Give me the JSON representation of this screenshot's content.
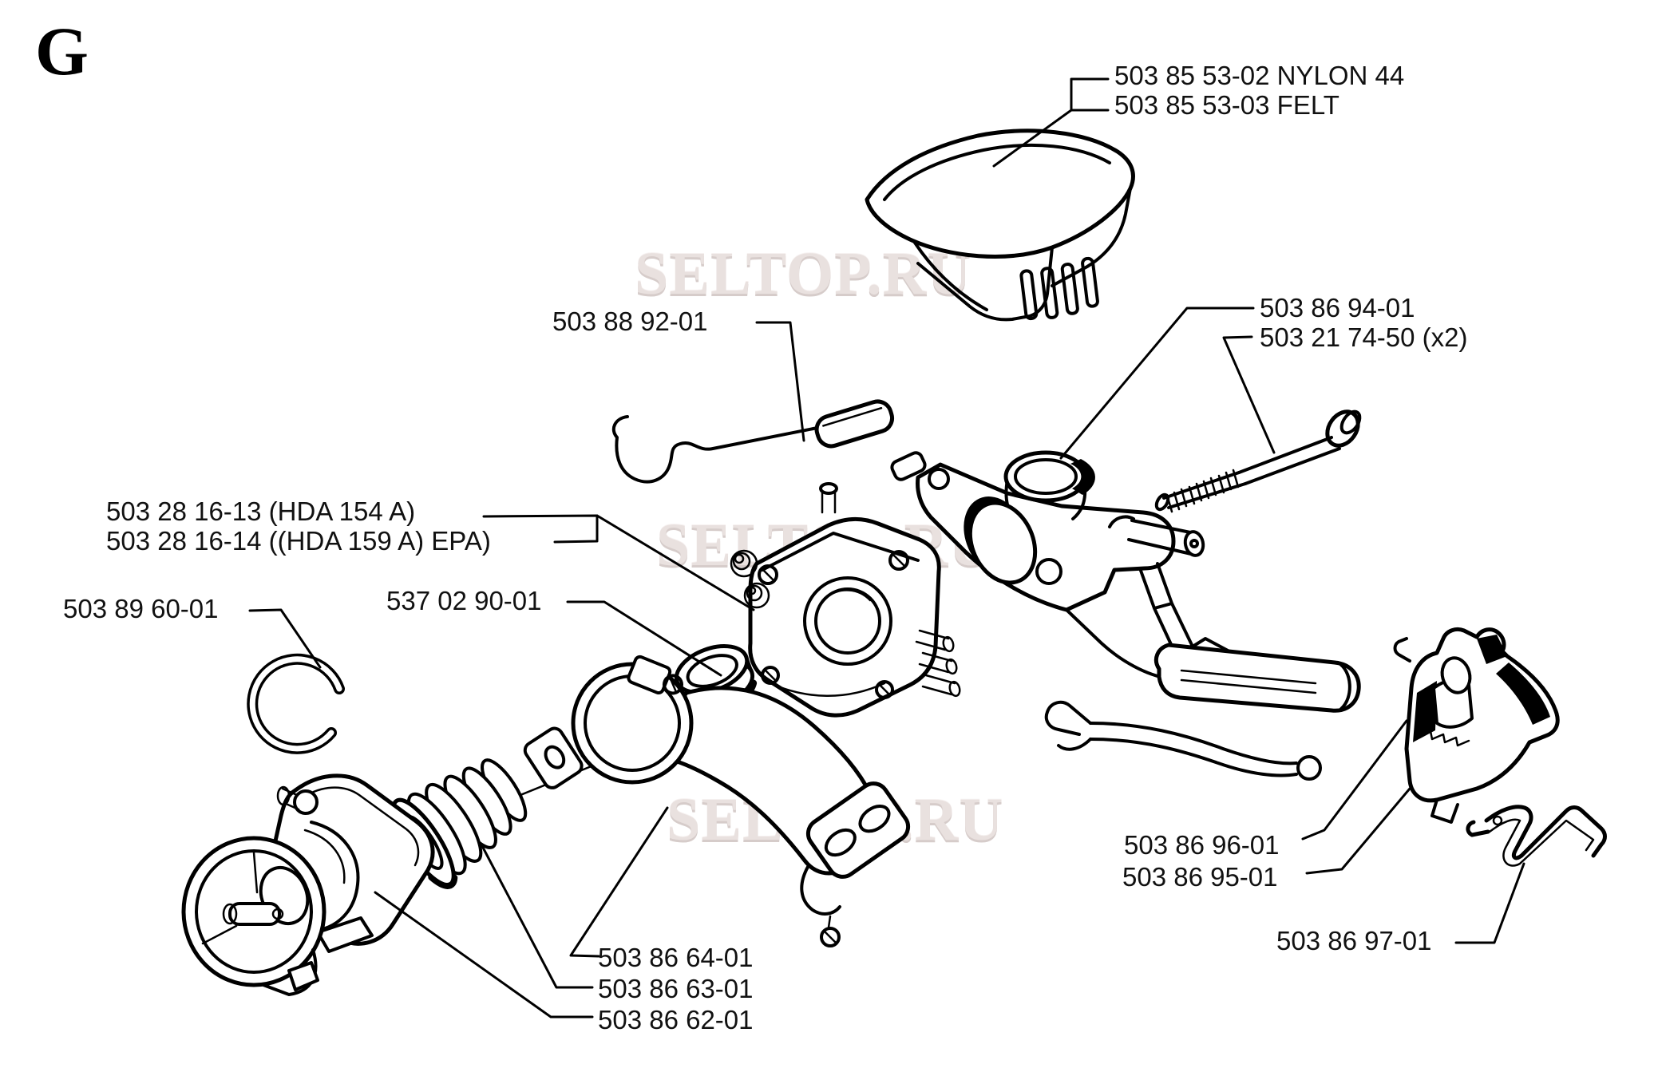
{
  "page": {
    "section_letter": "G",
    "background": "#ffffff",
    "line_color": "#000000"
  },
  "watermark": {
    "text": "SELTOP.RU",
    "color": "#e9e1df"
  },
  "callouts": [
    {
      "id": "cover-nylon",
      "text": "503 85 53-02 NYLON 44"
    },
    {
      "id": "cover-felt",
      "text": "503 85 53-03 FELT"
    },
    {
      "id": "choke-rod",
      "text": "503 88 92-01"
    },
    {
      "id": "manifold-bracket",
      "text": "503 86 94-01"
    },
    {
      "id": "screw-x2",
      "text": "503 21 74-50 (x2)"
    },
    {
      "id": "carb-hda154",
      "text": "503 28 16-13 (HDA 154 A)"
    },
    {
      "id": "carb-hda159-epa",
      "text": "503 28 16-14 ((HDA 159 A) EPA)"
    },
    {
      "id": "retaining-clip",
      "text": "503 89 60-01"
    },
    {
      "id": "spacer-ring",
      "text": "537 02 90-01"
    },
    {
      "id": "throttle-link",
      "text": "503 86 96-01"
    },
    {
      "id": "choke-holder",
      "text": "503 86 95-01"
    },
    {
      "id": "intake-boot",
      "text": "503 86 64-01"
    },
    {
      "id": "ribbed-sleeve",
      "text": "503 86 63-01"
    },
    {
      "id": "flange-cap",
      "text": "503 86 62-01"
    },
    {
      "id": "spring-wire",
      "text": "503 86 97-01"
    }
  ]
}
